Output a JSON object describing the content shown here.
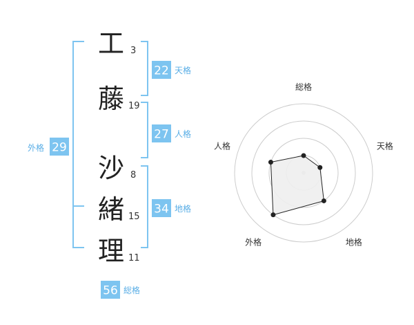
{
  "colors": {
    "accent": "#7dc4f0",
    "bracket": "#7dc4f0",
    "label": "#5aaee6",
    "kanji": "#222222",
    "grid": "#cccccc",
    "polygon_fill": "#eeeeee",
    "polygon_stroke": "#222222"
  },
  "name": {
    "characters": [
      {
        "char": "工",
        "strokes": "3"
      },
      {
        "char": "藤",
        "strokes": "19"
      },
      {
        "char": "沙",
        "strokes": "8"
      },
      {
        "char": "緒",
        "strokes": "15"
      },
      {
        "char": "理",
        "strokes": "11"
      }
    ]
  },
  "fortunes": {
    "tenkaku": {
      "value": "22",
      "label": "天格"
    },
    "jinkaku": {
      "value": "27",
      "label": "人格"
    },
    "chikaku": {
      "value": "34",
      "label": "地格"
    },
    "gaikaku": {
      "value": "29",
      "label": "外格"
    },
    "soukaku": {
      "value": "56",
      "label": "総格"
    }
  },
  "chart_data": {
    "type": "radar",
    "axes": [
      "総格",
      "天格",
      "地格",
      "外格",
      "人格"
    ],
    "rings": 4,
    "max": 4,
    "values": [
      1,
      1,
      2,
      3,
      2
    ],
    "grid": true
  }
}
